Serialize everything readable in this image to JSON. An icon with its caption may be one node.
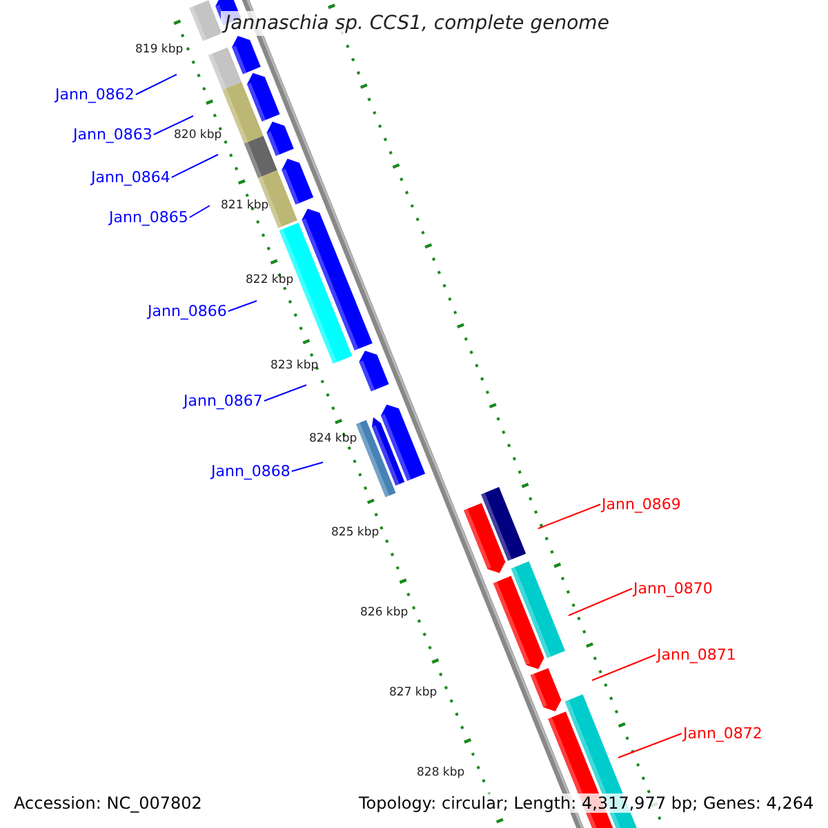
{
  "diagram": {
    "title": "Jannaschia sp. CCS1, complete genome",
    "nodes": [
      {
        "text": [
          "Jann_0862"
        ]
      },
      {
        "text": [
          "Jann_0863"
        ]
      },
      {
        "text": [
          "Jann_0864"
        ]
      },
      {
        "text": [
          "Jann_0865"
        ]
      },
      {
        "text": [
          "Jann_0866"
        ]
      },
      {
        "text": [
          "Jann_0867"
        ]
      },
      {
        "text": [
          "Jann_0868"
        ]
      },
      {
        "text": [
          "Jann_0869"
        ]
      },
      {
        "text": [
          "Jann_0870"
        ]
      },
      {
        "text": [
          "Jann_0871"
        ]
      },
      {
        "text": [
          "Jann_0872"
        ]
      }
    ],
    "edges": [
      {
        "from": 0,
        "to": null,
        "arrow": "none"
      },
      {
        "from": 1,
        "to": null,
        "arrow": "none"
      },
      {
        "from": 2,
        "to": null,
        "arrow": "none"
      },
      {
        "from": 3,
        "to": null,
        "arrow": "none"
      },
      {
        "from": 4,
        "to": null,
        "arrow": "none"
      },
      {
        "from": 5,
        "to": null,
        "arrow": "none"
      },
      {
        "from": 6,
        "to": null,
        "arrow": "none"
      },
      {
        "from": 7,
        "to": null,
        "arrow": "none",
        "color": "#ff0000"
      },
      {
        "from": 8,
        "to": null,
        "arrow": "none",
        "color": "#ff0000"
      },
      {
        "from": 9,
        "to": null,
        "arrow": "none",
        "color": "#ff0000"
      },
      {
        "from": 10,
        "to": null,
        "arrow": "none",
        "color": "#ff0000"
      }
    ],
    "labels": [
      "819 kbp",
      "820 kbp",
      "821 kbp",
      "822 kbp",
      "823 kbp",
      "824 kbp",
      "825 kbp",
      "826 kbp",
      "827 kbp",
      "828 kbp",
      "Accession: NC_007802",
      "Topology: circular; Length: 4,317,977 bp; Genes: 4,264"
    ]
  }
}
